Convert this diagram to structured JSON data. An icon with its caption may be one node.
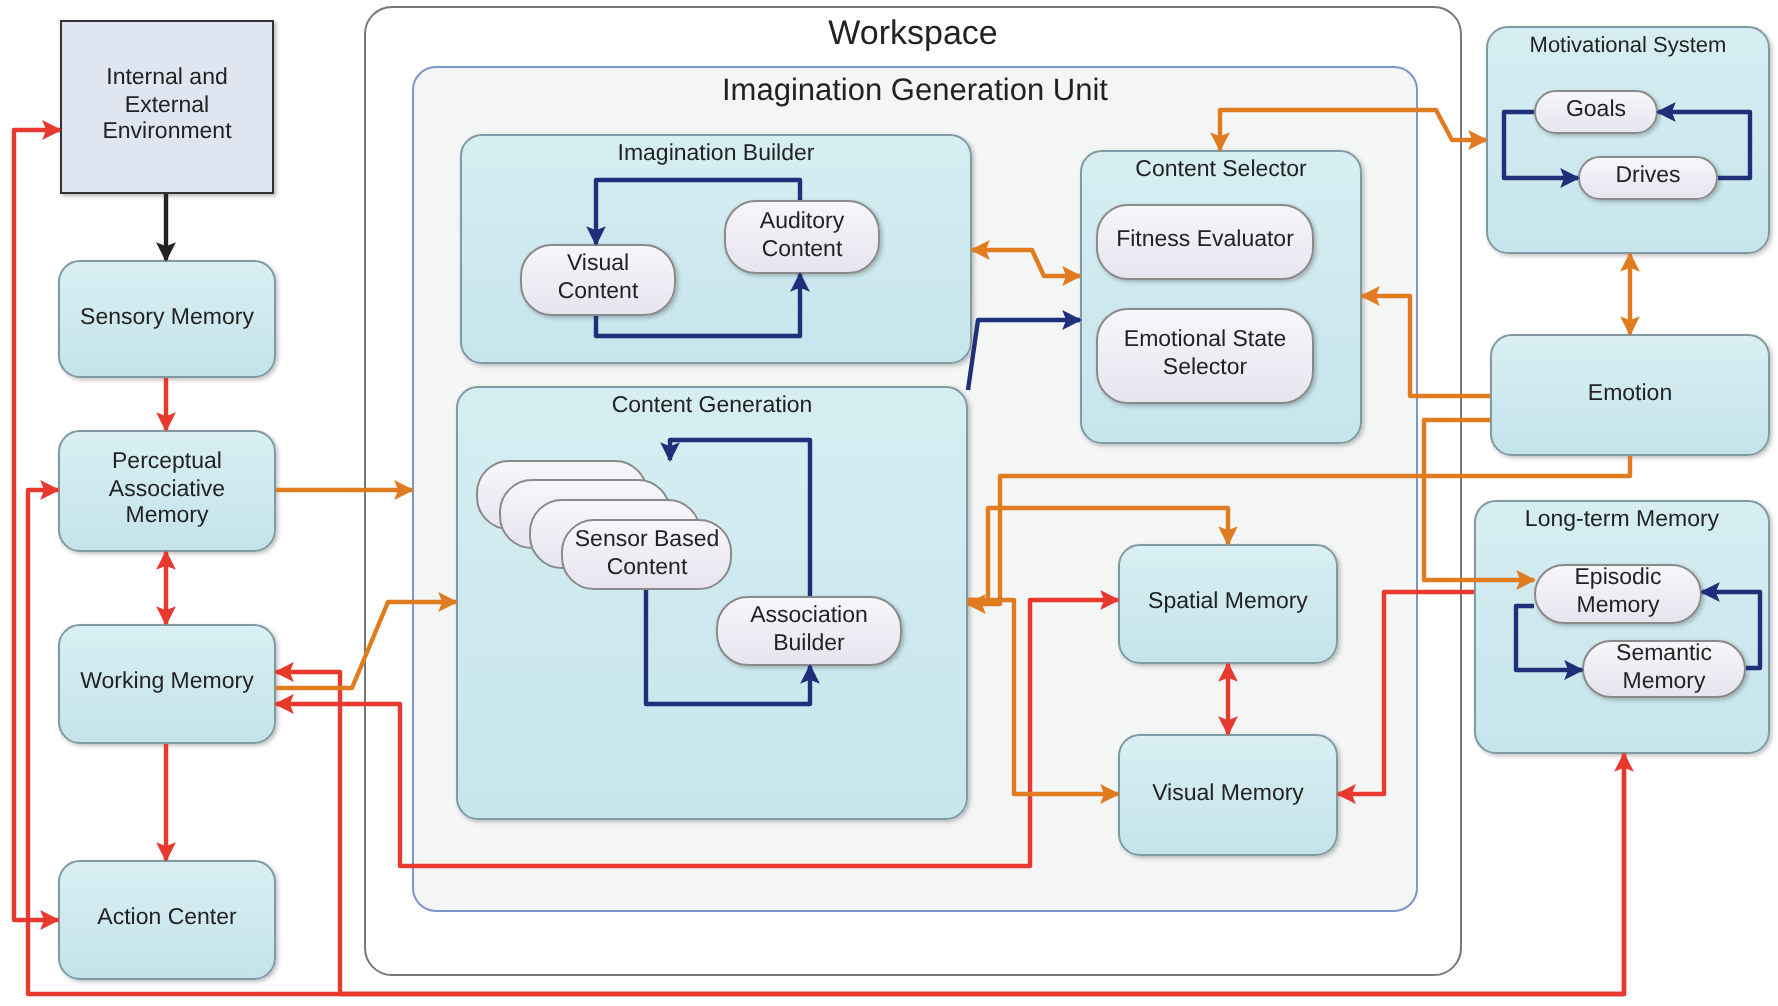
{
  "diagram": {
    "nodes": [
      {
        "text": [
          "Internal and External Environment"
        ]
      },
      {
        "text": [
          "Sensory Memory"
        ]
      },
      {
        "text": [
          "Perceptual Associative Memory"
        ]
      },
      {
        "text": [
          "Working Memory"
        ]
      },
      {
        "text": [
          "Action Center"
        ]
      },
      {
        "text": [
          "Workspace"
        ]
      },
      {
        "text": [
          "Imagination Generation Unit"
        ],
        "in": 5
      },
      {
        "text": [
          "Imagination Builder"
        ],
        "in": 6
      },
      {
        "text": [
          "Visual Content"
        ],
        "in": 7
      },
      {
        "text": [
          "Auditory Content"
        ],
        "in": 7
      },
      {
        "text": [
          "Content Generation"
        ],
        "in": 6
      },
      {
        "text": [
          "Sensor Based Content"
        ],
        "in": 10
      },
      {
        "text": [
          "Association Builder"
        ],
        "in": 10
      },
      {
        "text": [
          "Content Selector"
        ],
        "in": 6
      },
      {
        "text": [
          "Fitness Evaluator"
        ],
        "in": 13
      },
      {
        "text": [
          "Emotional State Selector"
        ],
        "in": 13
      },
      {
        "text": [
          "Spatial Memory"
        ],
        "in": 6
      },
      {
        "text": [
          "Visual Memory"
        ],
        "in": 6
      },
      {
        "text": [
          "Motivational System"
        ]
      },
      {
        "text": [
          "Goals"
        ],
        "in": 18
      },
      {
        "text": [
          "Drives"
        ],
        "in": 18
      },
      {
        "text": [
          "Emotion"
        ]
      },
      {
        "text": [
          "Long-term Memory"
        ]
      },
      {
        "text": [
          "Episodic Memory"
        ],
        "in": 22
      },
      {
        "text": [
          "Semantic Memory"
        ],
        "in": 22
      }
    ],
    "edges": [
      {
        "from": 0,
        "to": 1,
        "arrow": "to",
        "color": "#222222"
      },
      {
        "from": 1,
        "to": 2,
        "arrow": "to",
        "color": "#e8392f"
      },
      {
        "from": 2,
        "to": 3,
        "arrow": "both",
        "color": "#e8392f"
      },
      {
        "from": 3,
        "to": 4,
        "arrow": "to",
        "color": "#e8392f"
      },
      {
        "from": 0,
        "to": 4,
        "arrow": "both",
        "color": "#e8392f"
      },
      {
        "from": 2,
        "to": 22,
        "arrow": "both",
        "color": "#e8392f"
      },
      {
        "from": 22,
        "to": 3,
        "arrow": "to",
        "color": "#e8392f"
      },
      {
        "from": 3,
        "to": 16,
        "arrow": "both",
        "color": "#e8392f"
      },
      {
        "from": 3,
        "to": 10,
        "arrow": "to"
      },
      {
        "from": 2,
        "to": 6,
        "arrow": "to"
      },
      {
        "from": 22,
        "to": 17,
        "arrow": "to",
        "color": "#e8392f"
      },
      {
        "from": 16,
        "to": 17,
        "arrow": "both",
        "color": "#e8392f"
      },
      {
        "from": 13,
        "to": 18,
        "arrow": "both"
      },
      {
        "from": 7,
        "to": 13,
        "arrow": "both"
      },
      {
        "from": 10,
        "to": 13,
        "arrow": "to",
        "color": "#1f2f7a"
      },
      {
        "from": 21,
        "to": 13,
        "arrow": "to"
      },
      {
        "from": 21,
        "to": 10,
        "arrow": "to"
      },
      {
        "from": 10,
        "to": 16,
        "arrow": "to"
      },
      {
        "from": 10,
        "to": 17,
        "arrow": "to"
      },
      {
        "from": 21,
        "to": 23,
        "arrow": "to"
      },
      {
        "from": 18,
        "to": 21,
        "arrow": "both"
      },
      {
        "from": 9,
        "to": 8,
        "arrow": "to",
        "color": "#1f2f7a"
      },
      {
        "from": 8,
        "to": 9,
        "arrow": "to",
        "color": "#1f2f7a"
      },
      {
        "from": 12,
        "to": 11,
        "arrow": "to",
        "color": "#1f2f7a"
      },
      {
        "from": 11,
        "to": 12,
        "arrow": "to",
        "color": "#1f2f7a"
      },
      {
        "from": 19,
        "to": 20,
        "arrow": "to",
        "color": "#1f2f7a"
      },
      {
        "from": 20,
        "to": 19,
        "arrow": "to",
        "color": "#1f2f7a"
      },
      {
        "from": 23,
        "to": 24,
        "arrow": "to",
        "color": "#1f2f7a"
      },
      {
        "from": 24,
        "to": 23,
        "arrow": "to",
        "color": "#1f2f7a"
      }
    ]
  }
}
